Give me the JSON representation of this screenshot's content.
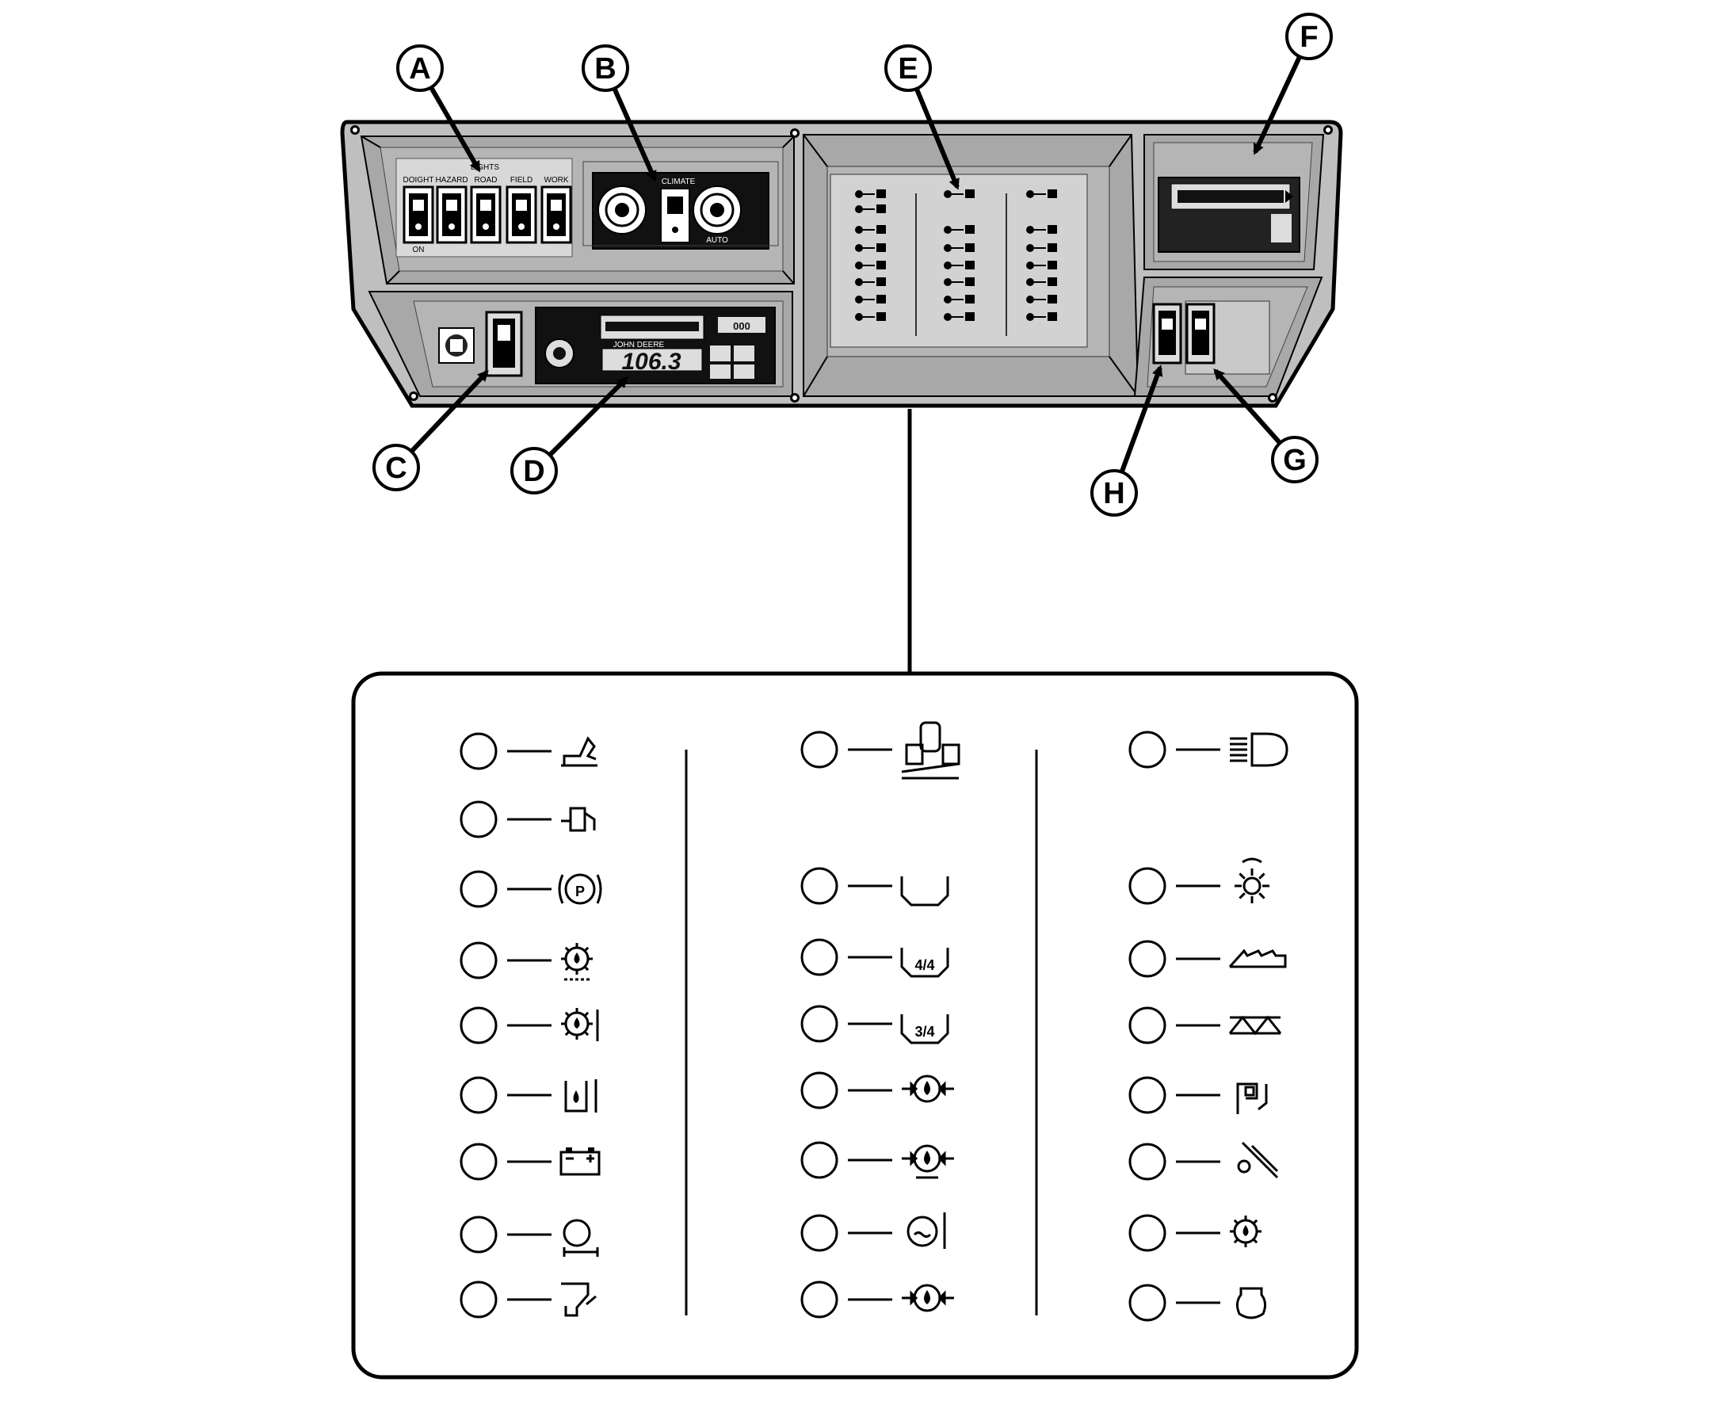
{
  "callouts": {
    "a": "A",
    "b": "B",
    "c": "C",
    "d": "D",
    "e": "E",
    "f": "F",
    "g": "G",
    "h": "H"
  },
  "switch_panel": {
    "group_title": "LIGHTS",
    "labels": [
      "DOIGHT",
      "HAZARD",
      "ROAD",
      "FIELD",
      "WORK"
    ],
    "switch_sub": "ON"
  },
  "climate_panel": {
    "title": "CLIMATE",
    "auto_label": "AUTO"
  },
  "radio": {
    "brand": "JOHN DEERE",
    "display": "106.3",
    "preset": "000"
  },
  "indicator_columns": {
    "left": [
      "transmission-oil-filter-icon",
      "fuel-icon",
      "park-brake-icon",
      "engine-oil-pressure-icon",
      "engine-oil-temp-icon",
      "hydraulic-oil-temp-icon",
      "battery-icon",
      "engine-air-filter-icon",
      "hydraulic-oil-filter-icon"
    ],
    "middle": [
      "operator-presence-icon",
      "",
      "coolant-level-icon",
      "grain-tank-full-icon",
      "grain-tank-3-4-icon",
      "engine-oil-pressure-arrows-icon",
      "engine-oil-pressure-low-icon",
      "engine-coolant-temp-icon",
      "engine-air-pressure-icon"
    ],
    "right": [
      "headlight-high-beam-icon",
      "rotary-beacon-icon",
      "header-height-icon",
      "feeder-house-icon",
      "unloading-auger-icon",
      "service-tool-icon",
      "engine-speed-icon",
      "engine-icon"
    ]
  },
  "tank_labels": {
    "full": "4/4",
    "three_quarter": "3/4"
  },
  "park_label": "P"
}
